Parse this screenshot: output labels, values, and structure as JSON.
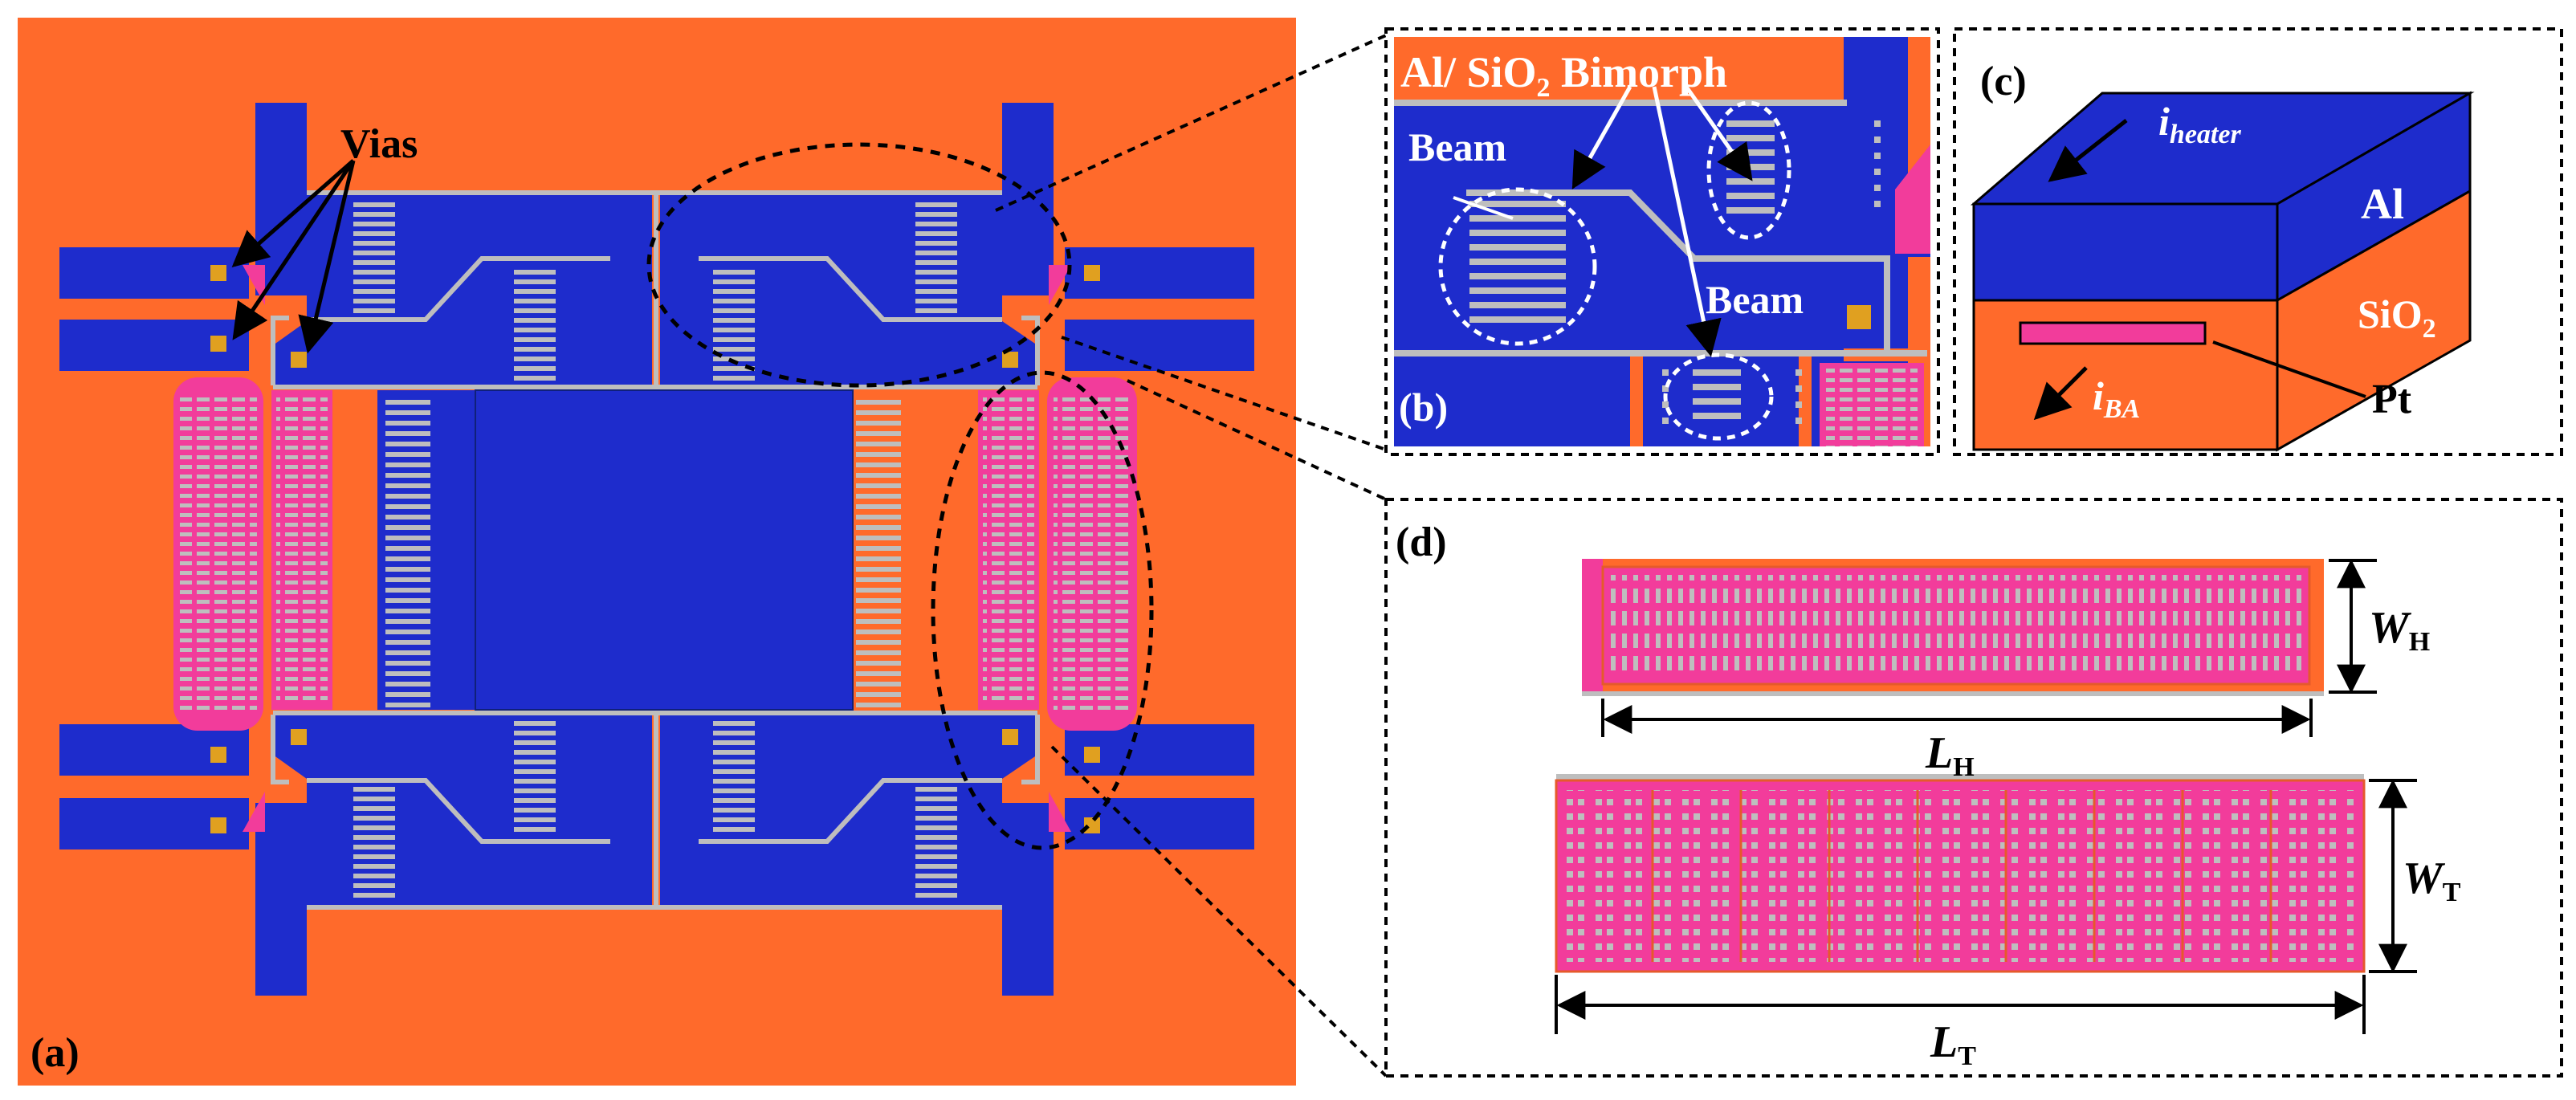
{
  "colors": {
    "substrate": "#FF6A2B",
    "aluminum": "#1E2CCC",
    "heater": "#F23C9B",
    "trace": "#BEBEBE",
    "via": "#E0A020",
    "label_white": "#FFFFFF",
    "label_black": "#000000"
  },
  "panel_a": {
    "tag": "(a)",
    "vias_label": "Vias"
  },
  "panel_b": {
    "tag": "(b)",
    "bimorph_label_pre": "Al/ SiO",
    "bimorph_label_sub": "2",
    "bimorph_label_post": " Bimorph",
    "beam_label_1": "Beam",
    "beam_label_2": "Beam"
  },
  "panel_c": {
    "tag": "(c)",
    "current_heater_main": "i",
    "current_heater_sub": "heater",
    "current_ba_main": "i",
    "current_ba_sub": "BA",
    "layer_top": "Al",
    "layer_bottom_main": "SiO",
    "layer_bottom_sub": "2",
    "resistor": "Pt"
  },
  "panel_d": {
    "tag": "(d)",
    "width_h_main": "W",
    "width_h_sub": "H",
    "length_h_main": "L",
    "length_h_sub": "H",
    "width_t_main": "W",
    "width_t_sub": "T",
    "length_t_main": "L",
    "length_t_sub": "T"
  }
}
